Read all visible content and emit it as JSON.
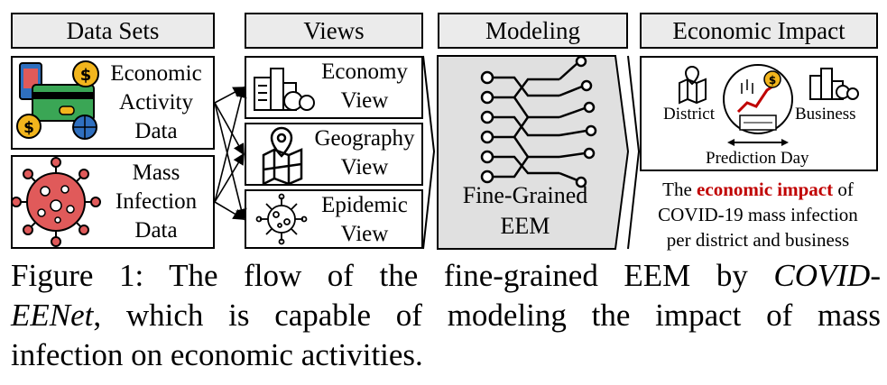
{
  "headers": {
    "data_sets": "Data Sets",
    "views": "Views",
    "modeling": "Modeling",
    "economic_impact": "Economic Impact"
  },
  "data_sets": {
    "economic": [
      "Economic",
      "Activity",
      "Data"
    ],
    "infection": [
      "Mass",
      "Infection",
      "Data"
    ]
  },
  "views": {
    "economy": [
      "Economy",
      "View"
    ],
    "geography": [
      "Geography",
      "View"
    ],
    "epidemic": [
      "Epidemic",
      "View"
    ]
  },
  "modeling": {
    "label": [
      "Fine-Grained",
      "EEM"
    ]
  },
  "impact": {
    "district": "District",
    "business": "Business",
    "prediction_day": "Prediction Day",
    "desc_prefix": "The ",
    "desc_highlight": "economic impact",
    "desc_suffix": " of",
    "desc_line2": "COVID-19 mass infection",
    "desc_line3": "per district and business"
  },
  "caption": {
    "line1_a": "Figure 1: The flow of the fine-grained EEM by ",
    "line1_b": "COVID-",
    "line2_a": "EENet",
    "line2_b": ", which is capable of modeling the impact of mass",
    "line3": "infection on economic activities."
  },
  "colors": {
    "header_bg": "#ebebeb",
    "model_bg": "#e0e0e0",
    "highlight_red": "#c00000",
    "icon_red": "#e05a5a",
    "icon_yellow": "#f2b51d",
    "icon_green": "#3aa655",
    "icon_blue": "#2f6fbf"
  }
}
